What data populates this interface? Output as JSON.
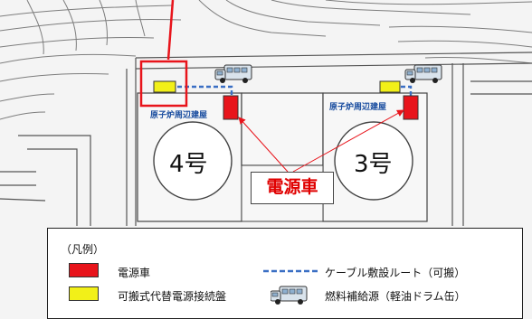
{
  "map": {
    "unit4_label": "4号",
    "unit3_label": "3号",
    "building_label_left": "原子炉周辺建屋",
    "building_label_right": "原子炉周辺建屋",
    "callout_label": "電源車"
  },
  "legend": {
    "heading": "（凡例）",
    "power_vehicle": "電源車",
    "connection_panel": "可搬式代替電源接続盤",
    "cable_route": "ケーブル敷設ルート（可搬）",
    "fuel_supply": "燃料補給源（軽油ドラム缶）"
  },
  "colors": {
    "power_vehicle": "#e8141b",
    "connection_panel": "#f2f018",
    "cable_route": "#3a6fc4",
    "highlight_box": "#e8141b",
    "arrow": "#e8141b"
  }
}
